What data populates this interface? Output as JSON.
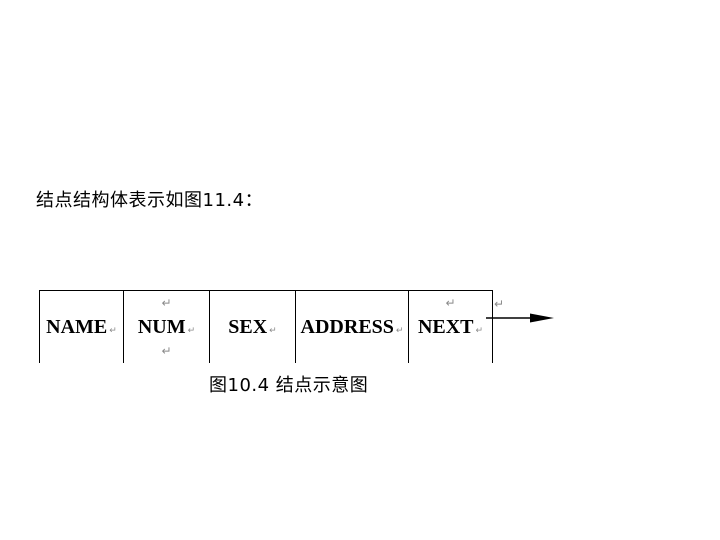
{
  "intro": {
    "text": "结点结构体表示如图11.4："
  },
  "diagram": {
    "pilcrow": "↵",
    "cells": [
      {
        "label": "NAME"
      },
      {
        "label": "NUM"
      },
      {
        "label": "SEX"
      },
      {
        "label": "ADDRESS"
      },
      {
        "label": "NEXT"
      }
    ],
    "caption": "图10.4 结点示意图"
  },
  "colors": {
    "background": "#ffffff",
    "border": "#000000",
    "text": "#000000",
    "mark": "#8a8a8a"
  }
}
